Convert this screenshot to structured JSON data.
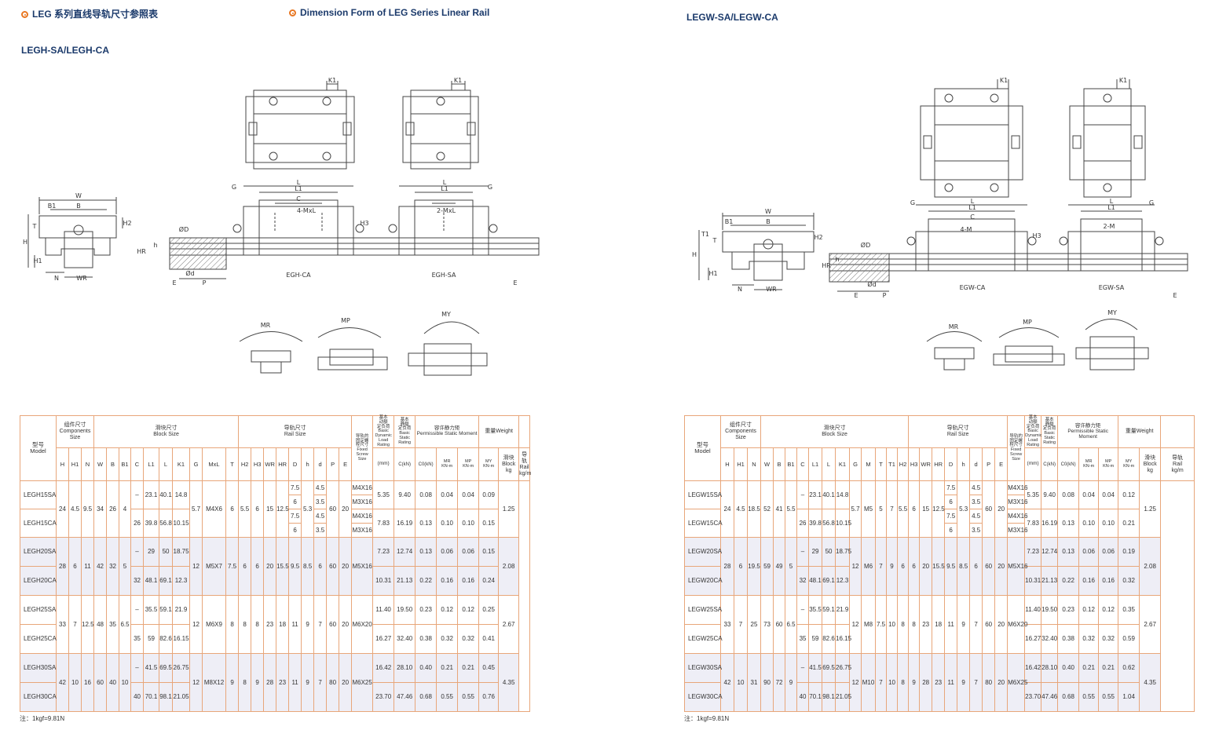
{
  "header": {
    "left_title": "LEG 系列直线导轨尺寸参照表",
    "center_title": "Dimension Form of LEG Series Linear Rail",
    "right_title": "LEGW-SA/LEGW-CA",
    "left_subtitle": "LEGH-SA/LEGH-CA"
  },
  "colors": {
    "accent": "#e87722",
    "title": "#1b3a6b",
    "table_border": "#e8a67a",
    "row_shade": "#eeeef6"
  },
  "drawing_labels": {
    "left": {
      "side": [
        "W",
        "B",
        "B1",
        "T",
        "H2",
        "H",
        "H1",
        "N",
        "WR",
        "K1"
      ],
      "rail": [
        "G",
        "L",
        "L1",
        "C",
        "4-MxL",
        "2-MxL",
        "H3",
        "HR",
        "h",
        "ØD",
        "Ød",
        "E",
        "P",
        "EGH-CA",
        "EGH-SA",
        "E"
      ],
      "moments": [
        "MR",
        "MP",
        "MY"
      ]
    },
    "right": {
      "side": [
        "W",
        "B",
        "B1",
        "T",
        "T1",
        "H2",
        "H",
        "H1",
        "N",
        "WR",
        "K1"
      ],
      "rail": [
        "G",
        "L",
        "L1",
        "C",
        "4-M",
        "2-M",
        "H3",
        "HR",
        "h",
        "ØD",
        "Ød",
        "E",
        "P",
        "EGW-CA",
        "EGW-SA",
        "E"
      ],
      "moments": [
        "MR",
        "MP",
        "MY"
      ]
    }
  },
  "left_table": {
    "header": {
      "model": "型号\nModel",
      "components": "组件尺寸\nComponents Size",
      "block": "滑块尺寸\nBlock Size",
      "rail": "导轨尺寸\nRail Size",
      "screw": "导轨的\n固定螺\n栓尺寸\nFixed\nScrew\nSize",
      "dynamic": "基本\n动额\n定负荷\nBasic Dynamic\nLoad Rating",
      "static": "基本\n静额\n定负荷\nBasic\nStatic\nRating",
      "moment": "容许静力矩\nPermissible Static Moment",
      "weight": "重量Weight",
      "cols": [
        "H",
        "H1",
        "N",
        "W",
        "B",
        "B1",
        "C",
        "L1",
        "L",
        "K1",
        "G",
        "MxL",
        "T",
        "H2",
        "H3",
        "WR",
        "HR",
        "D",
        "h",
        "d",
        "P",
        "E",
        "(mm)",
        "C(kN)",
        "C0(kN)",
        "MR\nKN-m",
        "MP\nKN-m",
        "MY\nKN-m",
        "滑块\nBlock\nkg",
        "导轨\nRail\nkg/m"
      ]
    },
    "groups": [
      {
        "H": "24",
        "H1": "4.5",
        "N": "9.5",
        "W": "34",
        "B": "26",
        "B1": "4",
        "G": "5.7",
        "MxL": "M4X6",
        "T": "6",
        "H2": "5.5",
        "H3": "6",
        "WR": "15",
        "HR": "12.5",
        "D": "",
        "h": "5.3",
        "d": "",
        "P": "60",
        "E": "20",
        "rail_kg": "1.25",
        "sub": [
          {
            "D": "7.5",
            "d": "4.5",
            "screw": "M4X16"
          },
          {
            "D": "6",
            "d": "3.5",
            "screw": "M3X16"
          },
          {
            "D": "7.5",
            "d": "4.5",
            "screw": "M4X16"
          },
          {
            "D": "6",
            "d": "3.5",
            "screw": "M3X16"
          }
        ],
        "rows": [
          {
            "model": "LEGH15SA",
            "C": "–",
            "L1": "23.1",
            "L": "40.1",
            "K1": "14.8",
            "Cd": "5.35",
            "C0": "9.40",
            "MR": "0.08",
            "MP": "0.04",
            "MY": "0.04",
            "kg": "0.09"
          },
          {
            "model": "LEGH15CA",
            "C": "26",
            "L1": "39.8",
            "L": "56.8",
            "K1": "10.15",
            "Cd": "7.83",
            "C0": "16.19",
            "MR": "0.13",
            "MP": "0.10",
            "MY": "0.10",
            "kg": "0.15"
          }
        ]
      },
      {
        "H": "28",
        "H1": "6",
        "N": "11",
        "W": "42",
        "B": "32",
        "B1": "5",
        "G": "12",
        "MxL": "M5X7",
        "T": "7.5",
        "H2": "6",
        "H3": "6",
        "WR": "20",
        "HR": "15.5",
        "D": "9.5",
        "h": "8.5",
        "d": "6",
        "P": "60",
        "E": "20",
        "screw": "M5X16",
        "rail_kg": "2.08",
        "rows": [
          {
            "model": "LEGH20SA",
            "C": "–",
            "L1": "29",
            "L": "50",
            "K1": "18.75",
            "Cd": "7.23",
            "C0": "12.74",
            "MR": "0.13",
            "MP": "0.06",
            "MY": "0.06",
            "kg": "0.15"
          },
          {
            "model": "LEGH20CA",
            "C": "32",
            "L1": "48.1",
            "L": "69.1",
            "K1": "12.3",
            "Cd": "10.31",
            "C0": "21.13",
            "MR": "0.22",
            "MP": "0.16",
            "MY": "0.16",
            "kg": "0.24"
          }
        ]
      },
      {
        "H": "33",
        "H1": "7",
        "N": "12.5",
        "W": "48",
        "B": "35",
        "B1": "6.5",
        "G": "12",
        "MxL": "M6X9",
        "T": "8",
        "H2": "8",
        "H3": "8",
        "WR": "23",
        "HR": "18",
        "D": "11",
        "h": "9",
        "d": "7",
        "P": "60",
        "E": "20",
        "screw": "M6X20",
        "rail_kg": "2.67",
        "rows": [
          {
            "model": "LEGH25SA",
            "C": "–",
            "L1": "35.5",
            "L": "59.1",
            "K1": "21.9",
            "Cd": "11.40",
            "C0": "19.50",
            "MR": "0.23",
            "MP": "0.12",
            "MY": "0.12",
            "kg": "0.25"
          },
          {
            "model": "LEGH25CA",
            "C": "35",
            "L1": "59",
            "L": "82.6",
            "K1": "16.15",
            "Cd": "16.27",
            "C0": "32.40",
            "MR": "0.38",
            "MP": "0.32",
            "MY": "0.32",
            "kg": "0.41"
          }
        ]
      },
      {
        "H": "42",
        "H1": "10",
        "N": "16",
        "W": "60",
        "B": "40",
        "B1": "10",
        "G": "12",
        "MxL": "M8X12",
        "T": "9",
        "H2": "8",
        "H3": "9",
        "WR": "28",
        "HR": "23",
        "D": "11",
        "h": "9",
        "d": "7",
        "P": "80",
        "E": "20",
        "screw": "M6X25",
        "rail_kg": "4.35",
        "rows": [
          {
            "model": "LEGH30SA",
            "C": "–",
            "L1": "41.5",
            "L": "69.5",
            "K1": "26.75",
            "Cd": "16.42",
            "C0": "28.10",
            "MR": "0.40",
            "MP": "0.21",
            "MY": "0.21",
            "kg": "0.45"
          },
          {
            "model": "LEGH30CA",
            "C": "40",
            "L1": "70.1",
            "L": "98.1",
            "K1": "21.05",
            "Cd": "23.70",
            "C0": "47.46",
            "MR": "0.68",
            "MP": "0.55",
            "MY": "0.55",
            "kg": "0.76"
          }
        ]
      }
    ],
    "note": "注：1kgf=9.81N"
  },
  "right_table": {
    "header": {
      "model": "型号\nModel",
      "components": "组件尺寸\nComponents Size",
      "block": "滑块尺寸\nBlock Size",
      "rail": "导轨尺寸\nRail Size",
      "screw": "导轨的\n固定螺\n栓尺寸\nFixed\nScrew\nSize",
      "dynamic": "基本\n动额\n定负荷\nBasic Dynamic\nLoad Rating",
      "static": "基本\n静额\n定负荷\nBasic\nStatic\nRating",
      "moment": "容许静力矩\nPermissible Static Moment",
      "weight": "重量Weight",
      "cols": [
        "H",
        "H1",
        "N",
        "W",
        "B",
        "B1",
        "C",
        "L1",
        "L",
        "K1",
        "G",
        "M",
        "T",
        "T1",
        "H2",
        "H3",
        "WR",
        "HR",
        "D",
        "h",
        "d",
        "P",
        "E",
        "(mm)",
        "C(kN)",
        "C0(kN)",
        "MR\nKN-m",
        "MP\nKN-m",
        "MY\nKN-m",
        "滑块\nBlock\nkg",
        "导轨\nRail\nkg/m"
      ]
    },
    "groups": [
      {
        "H": "24",
        "H1": "4.5",
        "N": "18.5",
        "W": "52",
        "B": "41",
        "B1": "5.5",
        "G": "5.7",
        "M": "M5",
        "T": "5",
        "T1": "7",
        "H2": "5.5",
        "H3": "6",
        "WR": "15",
        "HR": "12.5",
        "h": "5.3",
        "P": "60",
        "E": "20",
        "rail_kg": "1.25",
        "sub": [
          {
            "D": "7.5",
            "d": "4.5",
            "screw": "M4X16"
          },
          {
            "D": "6",
            "d": "3.5",
            "screw": "M3X16"
          },
          {
            "D": "7.5",
            "d": "4.5",
            "screw": "M4X16"
          },
          {
            "D": "6",
            "d": "3.5",
            "screw": "M3X16"
          }
        ],
        "rows": [
          {
            "model": "LEGW15SA",
            "C": "–",
            "L1": "23.1",
            "L": "40.1",
            "K1": "14.8",
            "Cd": "5.35",
            "C0": "9.40",
            "MR": "0.08",
            "MP": "0.04",
            "MY": "0.04",
            "kg": "0.12"
          },
          {
            "model": "LEGW15CA",
            "C": "26",
            "L1": "39.8",
            "L": "56.8",
            "K1": "10.15",
            "Cd": "7.83",
            "C0": "16.19",
            "MR": "0.13",
            "MP": "0.10",
            "MY": "0.10",
            "kg": "0.21"
          }
        ]
      },
      {
        "H": "28",
        "H1": "6",
        "N": "19.5",
        "W": "59",
        "B": "49",
        "B1": "5",
        "G": "12",
        "M": "M6",
        "T": "7",
        "T1": "9",
        "H2": "6",
        "H3": "6",
        "WR": "20",
        "HR": "15.5",
        "D": "9.5",
        "h": "8.5",
        "d": "6",
        "P": "60",
        "E": "20",
        "screw": "M5X16",
        "rail_kg": "2.08",
        "rows": [
          {
            "model": "LEGW20SA",
            "C": "–",
            "L1": "29",
            "L": "50",
            "K1": "18.75",
            "Cd": "7.23",
            "C0": "12.74",
            "MR": "0.13",
            "MP": "0.06",
            "MY": "0.06",
            "kg": "0.19"
          },
          {
            "model": "LEGW20CA",
            "C": "32",
            "L1": "48.1",
            "L": "69.1",
            "K1": "12.3",
            "Cd": "10.31",
            "C0": "21.13",
            "MR": "0.22",
            "MP": "0.16",
            "MY": "0.16",
            "kg": "0.32"
          }
        ]
      },
      {
        "H": "33",
        "H1": "7",
        "N": "25",
        "W": "73",
        "B": "60",
        "B1": "6.5",
        "G": "12",
        "M": "M8",
        "T": "7.5",
        "T1": "10",
        "H2": "8",
        "H3": "8",
        "WR": "23",
        "HR": "18",
        "D": "11",
        "h": "9",
        "d": "7",
        "P": "60",
        "E": "20",
        "screw": "M6X20",
        "rail_kg": "2.67",
        "rows": [
          {
            "model": "LEGW25SA",
            "C": "–",
            "L1": "35.5",
            "L": "59.1",
            "K1": "21.9",
            "Cd": "11.40",
            "C0": "19.50",
            "MR": "0.23",
            "MP": "0.12",
            "MY": "0.12",
            "kg": "0.35"
          },
          {
            "model": "LEGW25CA",
            "C": "35",
            "L1": "59",
            "L": "82.6",
            "K1": "16.15",
            "Cd": "16.27",
            "C0": "32.40",
            "MR": "0.38",
            "MP": "0.32",
            "MY": "0.32",
            "kg": "0.59"
          }
        ]
      },
      {
        "H": "42",
        "H1": "10",
        "N": "31",
        "W": "90",
        "B": "72",
        "B1": "9",
        "G": "12",
        "M": "M10",
        "T": "7",
        "T1": "10",
        "H2": "8",
        "H3": "9",
        "WR": "28",
        "HR": "23",
        "D": "11",
        "h": "9",
        "d": "7",
        "P": "80",
        "E": "20",
        "screw": "M6X25",
        "rail_kg": "4.35",
        "rows": [
          {
            "model": "LEGW30SA",
            "C": "–",
            "L1": "41.5",
            "L": "69.5",
            "K1": "26.75",
            "Cd": "16.42",
            "C0": "28.10",
            "MR": "0.40",
            "MP": "0.21",
            "MY": "0.21",
            "kg": "0.62"
          },
          {
            "model": "LEGW30CA",
            "C": "40",
            "L1": "70.1",
            "L": "98.1",
            "K1": "21.05",
            "Cd": "23.70",
            "C0": "47.46",
            "MR": "0.68",
            "MP": "0.55",
            "MY": "0.55",
            "kg": "1.04"
          }
        ]
      }
    ],
    "note": "注：1kgf=9.81N"
  }
}
